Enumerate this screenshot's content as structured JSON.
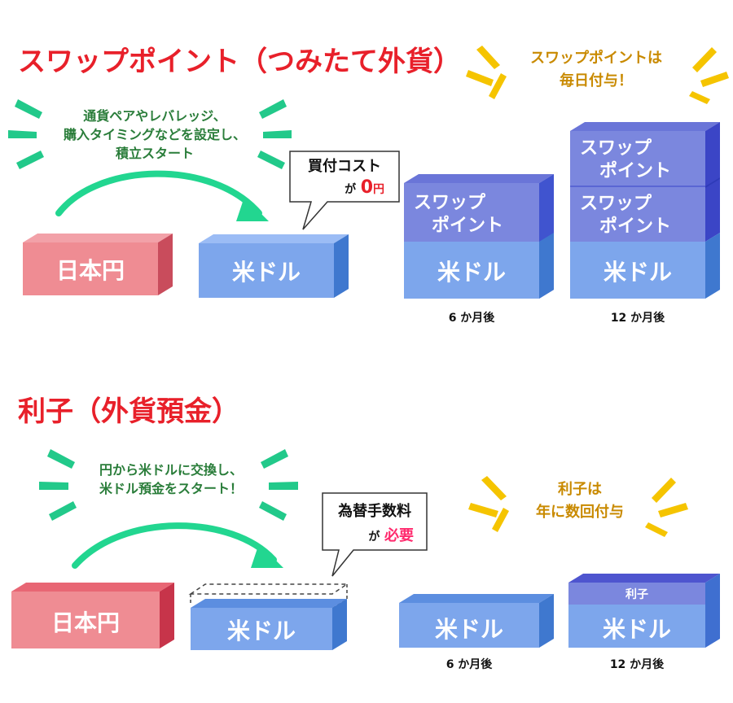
{
  "swap_section": {
    "title": "スワップポイント（つみたて外貨）",
    "speech_lines": [
      "通貨ペアやレバレッジ、",
      "購入タイミングなどを設定し、",
      "積立スタート"
    ],
    "start_box": "日本円",
    "usd_box": "米ドル",
    "bubble_line1": "買付コスト",
    "bubble_ga": "が",
    "bubble_value": "0",
    "bubble_unit": "円",
    "swap_label_line1": "スワップ",
    "swap_label_line2": "ポイント",
    "callout_lines": [
      "スワップポイントは",
      "毎日付与！"
    ],
    "caption_6m": "6 か月後",
    "caption_12m": "12 か月後"
  },
  "interest_section": {
    "title": "利子（外貨預金）",
    "speech_lines": [
      "円から米ドルに交換し、",
      "米ドル預金をスタート！"
    ],
    "start_box": "日本円",
    "usd_box": "米ドル",
    "bubble_line1": "為替手数料",
    "bubble_ga": "が",
    "bubble_value": "必要",
    "interest_label": "利子",
    "callout_lines": [
      "利子は",
      "年に数回付与"
    ],
    "caption_6m": "6 か月後",
    "caption_12m": "12 か月後"
  },
  "colors": {
    "title_red": "#e8202a",
    "jpy_front": "#ef8c93",
    "usd_front": "#7da6ec",
    "swap_front": "#7b87de",
    "burst_green": "#22c98a",
    "burst_gold": "#f5c400",
    "arrow_green": "#22d690"
  }
}
